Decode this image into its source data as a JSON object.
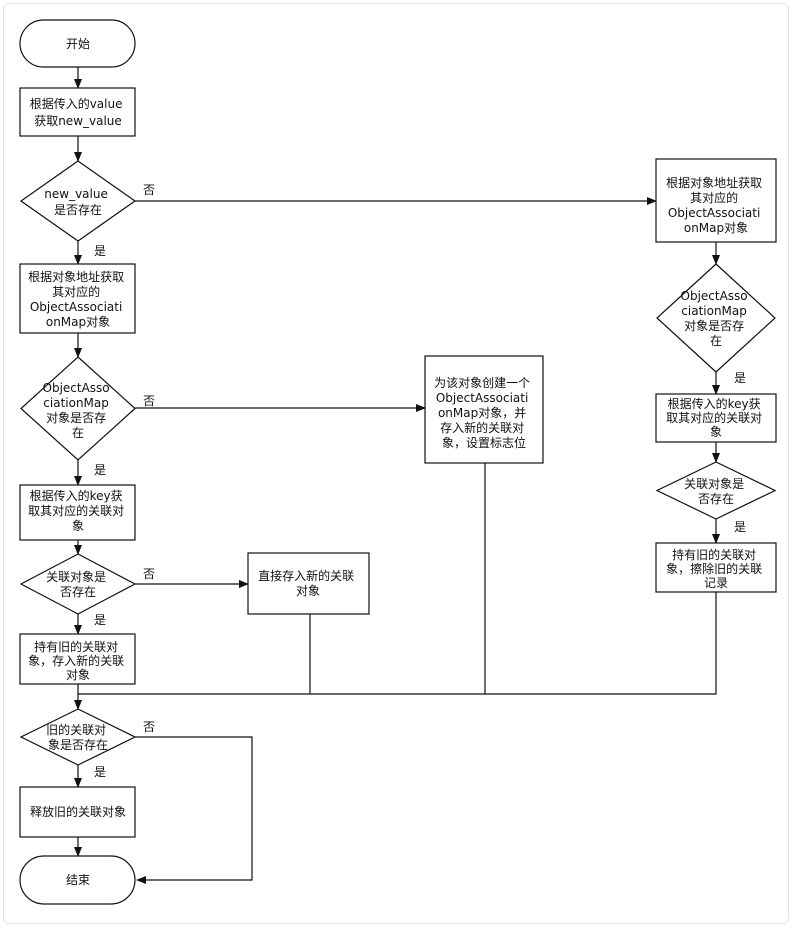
{
  "nodes": {
    "start": "开始",
    "get_new_value": [
      "根据传入的value",
      "获取new_value"
    ],
    "new_value_exists": [
      "new_value",
      "是否存在"
    ],
    "get_map_left": [
      "根据对象地址获取",
      "其对应的",
      "ObjectAssociati",
      "onMap对象"
    ],
    "map_exists_left": [
      "ObjectAsso",
      "ciationMap",
      "对象是否存",
      "在"
    ],
    "create_map": [
      "为该对象创建一个",
      "ObjectAssociati",
      "onMap对象，并",
      "存入新的关联对",
      "象，设置标志位"
    ],
    "get_assoc_left": [
      "根据传入的key获",
      "取其对应的关联对",
      "象"
    ],
    "assoc_exists_left": [
      "关联对象是",
      "否存在"
    ],
    "store_direct": [
      "直接存入新的关联",
      "对象"
    ],
    "hold_old_store_new": [
      "持有旧的关联对",
      "象，存入新的关联",
      "对象"
    ],
    "old_assoc_exists": [
      "旧的关联对",
      "象是否存在"
    ],
    "release_old": "释放旧的关联对象",
    "end": "结束",
    "get_map_right": [
      "根据对象地址获取",
      "其对应的",
      "ObjectAssociati",
      "onMap对象"
    ],
    "map_exists_right": [
      "ObjectAsso",
      "ciationMap",
      "对象是否存",
      "在"
    ],
    "get_assoc_right": [
      "根据传入的key获",
      "取其对应的关联对",
      "象"
    ],
    "assoc_exists_right": [
      "关联对象是",
      "否存在"
    ],
    "hold_old_erase": [
      "持有旧的关联对",
      "象，擦除旧的关联",
      "记录"
    ]
  },
  "edge_labels": {
    "yes": "是",
    "no": "否"
  },
  "colors": {
    "stroke": "#111111",
    "fill": "#ffffff",
    "frame": "#e4e4e4"
  }
}
